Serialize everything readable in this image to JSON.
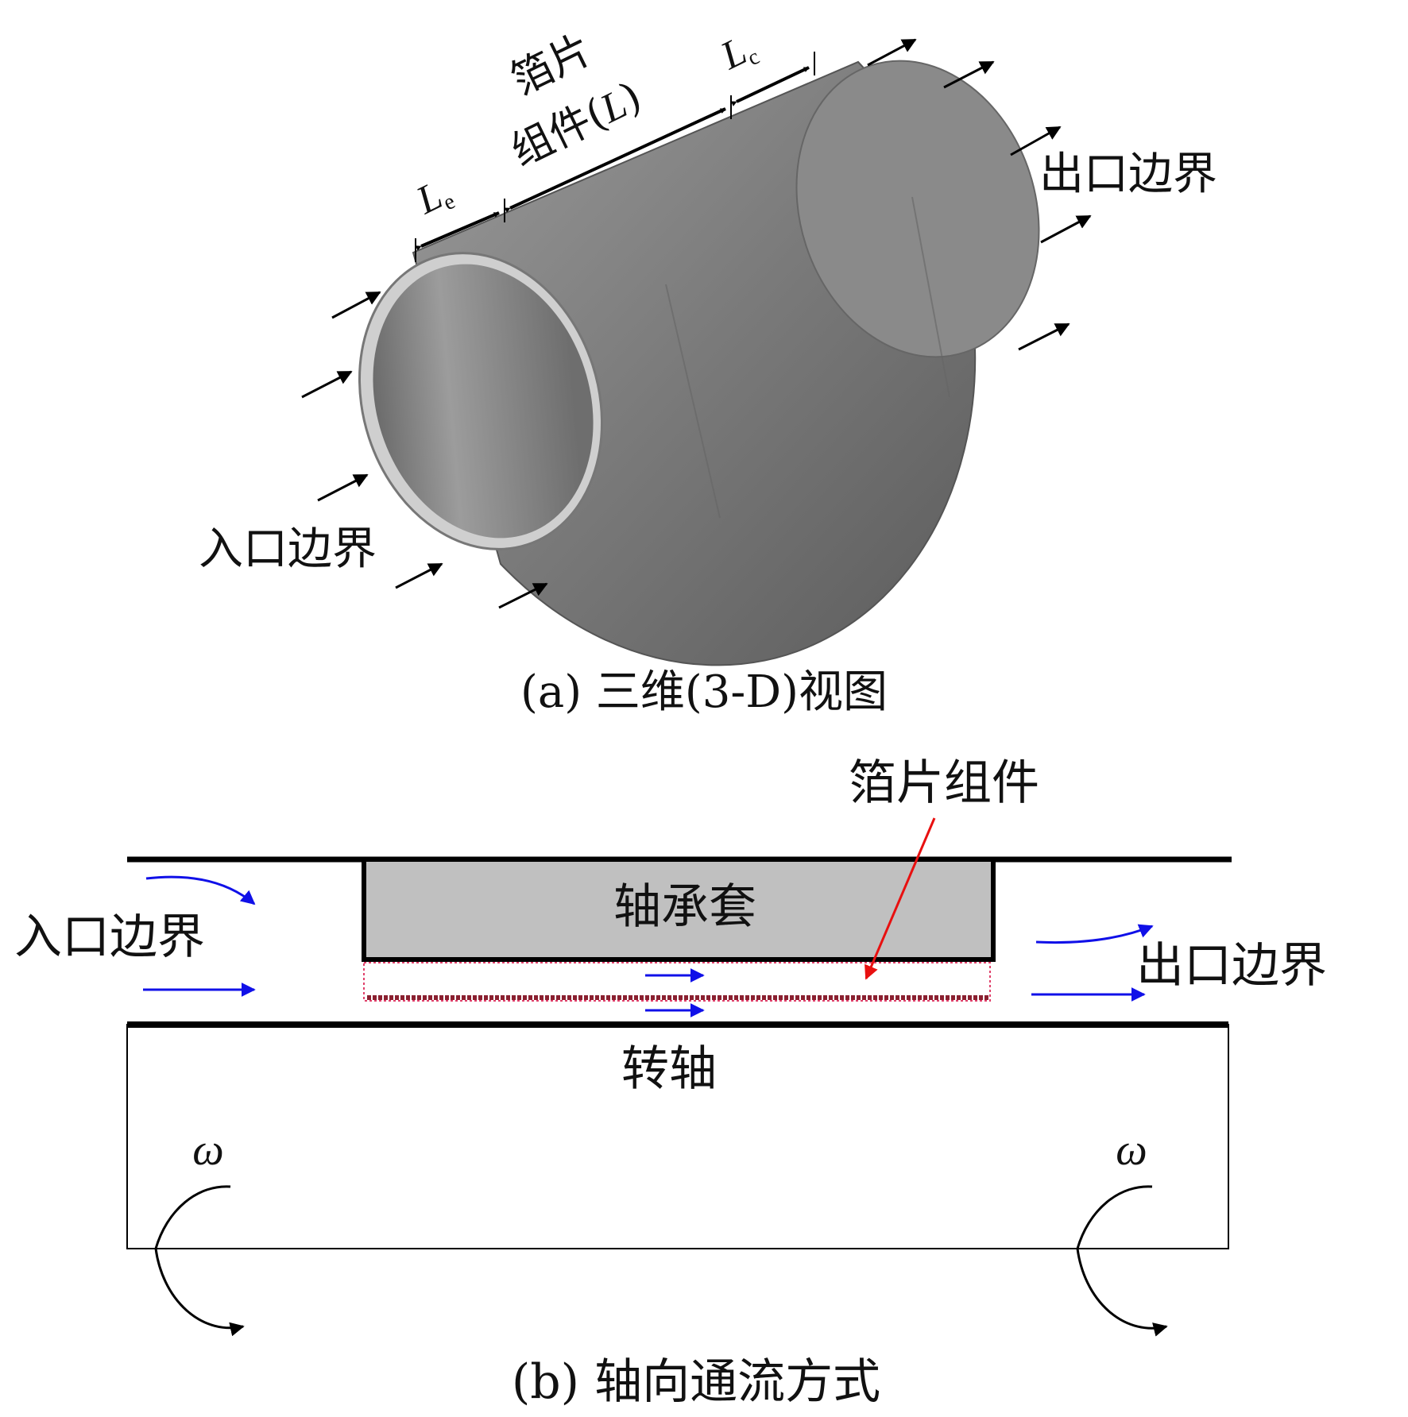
{
  "panel_a": {
    "caption": "(a) 三维(3-D)视图",
    "foil_assembly_label_line1": "箔片",
    "foil_assembly_label_line2": "组件(",
    "foil_assembly_label_L": "L",
    "foil_assembly_label_close": ")",
    "le_main": "L",
    "le_sub": "e",
    "lc_main": "L",
    "lc_sub": "c",
    "outlet_label": "出口边界",
    "inlet_label": "入口边界"
  },
  "panel_b": {
    "caption": "(b) 轴向通流方式",
    "foil_assembly_label": "箔片组件",
    "bearing_sleeve_label": "轴承套",
    "shaft_label": "转轴",
    "inlet_label": "入口边界",
    "outlet_label": "出口边界",
    "omega_left": "ω",
    "omega_right": "ω"
  },
  "colors": {
    "flow_arrow": "#1010e8",
    "foil_pointer": "#e81010",
    "foil_outline": "#e0406a",
    "sleeve_fill": "#c0c0c0",
    "cylinder_body": "#7c7c7c"
  }
}
